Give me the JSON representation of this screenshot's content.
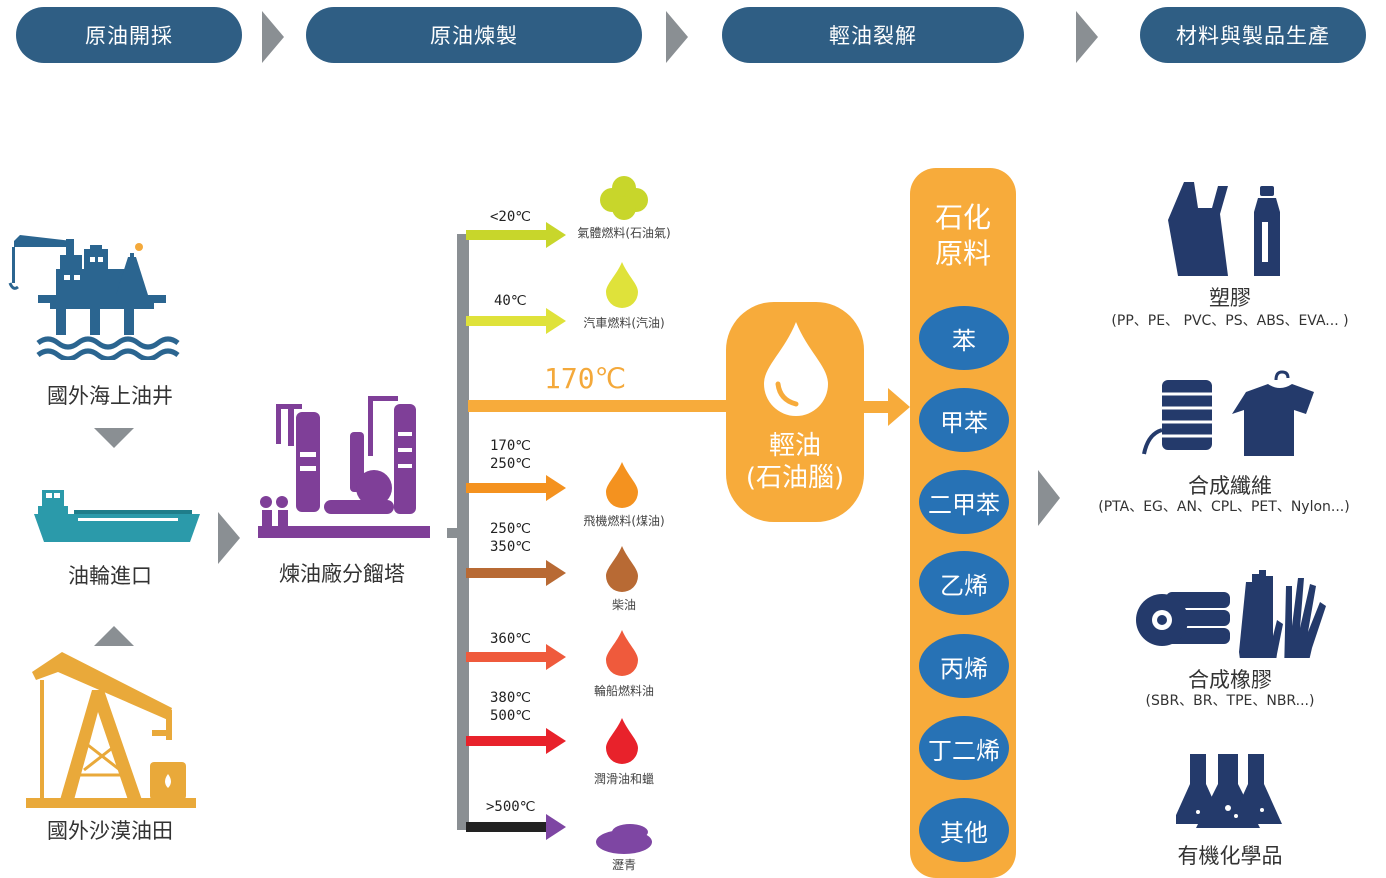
{
  "stages": [
    {
      "label": "原油開採"
    },
    {
      "label": "原油煉製"
    },
    {
      "label": "輕油裂解"
    },
    {
      "label": "材料與製品生產"
    }
  ],
  "sources": {
    "offshore": "國外海上油井",
    "tanker": "油輪進口",
    "desert": "國外沙漠油田"
  },
  "refinery": {
    "label": "煉油廠分餾塔"
  },
  "fractions": [
    {
      "temp": "<20℃",
      "name": "氣體燃料(石油氣)",
      "color": "#c8d62b"
    },
    {
      "temp": "40℃",
      "name": "汽車燃料(汽油)",
      "color": "#dfe23a"
    },
    {
      "temp": "170℃",
      "name": "",
      "color": "#f4a93b"
    },
    {
      "temp_low": "170℃",
      "temp_high": "250℃",
      "name": "飛機燃料(煤油)",
      "color": "#f4921f"
    },
    {
      "temp_low": "250℃",
      "temp_high": "350℃",
      "name": "柴油",
      "color": "#b86a34"
    },
    {
      "temp": "360℃",
      "name": "輪船燃料油",
      "color": "#ef5a3c"
    },
    {
      "temp_low": "380℃",
      "temp_high": "500℃",
      "name": "潤滑油和蠟",
      "color": "#e8222b"
    },
    {
      "temp": ">500℃",
      "name": "瀝青",
      "color": "#7e46a3"
    }
  ],
  "naphtha": {
    "line1": "輕油",
    "line2": "(石油腦)"
  },
  "feedstock": {
    "title_line1": "石化",
    "title_line2": "原料",
    "items": [
      "苯",
      "甲苯",
      "二甲苯",
      "乙烯",
      "丙烯",
      "丁二烯",
      "其他"
    ]
  },
  "products": [
    {
      "title": "塑膠",
      "sub": "(PP、PE、 PVC、PS、ABS、EVA... )"
    },
    {
      "title": "合成纖維",
      "sub": "(PTA、EG、AN、CPL、PET、Nylon...)"
    },
    {
      "title": "合成橡膠",
      "sub": "(SBR、BR、TPE、NBR...)"
    },
    {
      "title": "有機化學品",
      "sub": ""
    }
  ],
  "colors": {
    "stage": "#2f5e84",
    "source_icon": "#2b6590",
    "desert_icon": "#e9a93a",
    "refinery": "#7f3f98",
    "orange": "#f7ab3b",
    "circle": "#2772b5",
    "product_icon": "#243a6b",
    "gray_arrow": "#8a8f93"
  }
}
